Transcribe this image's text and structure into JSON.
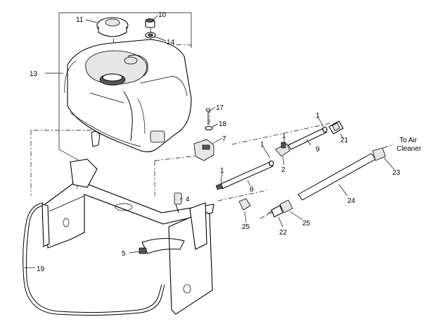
{
  "diagram": {
    "note": {
      "line1": "To Air",
      "line2": "Cleaner"
    },
    "callouts": [
      {
        "id": "c11",
        "text": "11"
      },
      {
        "id": "c10",
        "text": "10"
      },
      {
        "id": "c14",
        "text": "14"
      },
      {
        "id": "c13",
        "text": "13"
      },
      {
        "id": "c17",
        "text": "17"
      },
      {
        "id": "c18",
        "text": "18"
      },
      {
        "id": "c7",
        "text": "7"
      },
      {
        "id": "c1a",
        "text": "1"
      },
      {
        "id": "c1b",
        "text": "1"
      },
      {
        "id": "c1c",
        "text": "1"
      },
      {
        "id": "c1d",
        "text": "1"
      },
      {
        "id": "c21",
        "text": "21"
      },
      {
        "id": "c9",
        "text": "9"
      },
      {
        "id": "c2",
        "text": "2"
      },
      {
        "id": "c23",
        "text": "23"
      },
      {
        "id": "c8",
        "text": "8"
      },
      {
        "id": "c24",
        "text": "24"
      },
      {
        "id": "c4",
        "text": "4"
      },
      {
        "id": "c25a",
        "text": "25"
      },
      {
        "id": "c25b",
        "text": "25"
      },
      {
        "id": "c22",
        "text": "22"
      },
      {
        "id": "c5",
        "text": "5"
      },
      {
        "id": "c19",
        "text": "19"
      }
    ]
  }
}
